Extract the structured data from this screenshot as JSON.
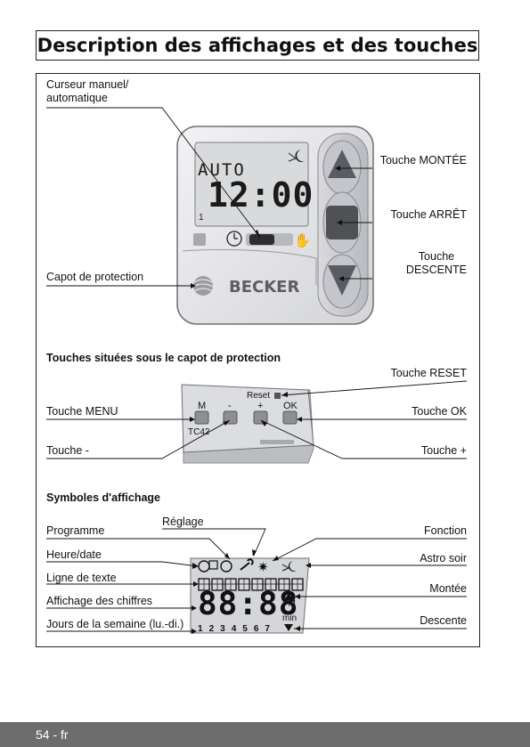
{
  "page_title": "Description des affichages et des touches",
  "device": {
    "display_mode": "AUTO",
    "display_time": "12:00",
    "display_index": "1",
    "brand": "BECKER"
  },
  "callouts_top": {
    "cursor": "Curseur manuel/\nautomatique",
    "up": "Touche MONTÉE",
    "stop": "Touche ARRÊT",
    "down": "Touche\nDESCENTE",
    "cover": "Capot de protection"
  },
  "keys_section": {
    "heading": "Touches situées sous le capot de protection",
    "reset": "Touche RESET",
    "menu": "Touche MENU",
    "ok": "Touche OK",
    "minus": "Touche -",
    "plus": "Touche +",
    "panel": {
      "reset_label": "Reset",
      "m": "M",
      "minus": "-",
      "plus": "+",
      "ok": "OK",
      "model": "TC42"
    }
  },
  "symbols_section": {
    "heading": "Symboles d'affichage",
    "reglage": "Réglage",
    "programme": "Programme",
    "fonction": "Fonction",
    "heure": "Heure/date",
    "astro": "Astro soir",
    "ligne": "Ligne de texte",
    "montee": "Montée",
    "chiffres": "Affichage des chiffres",
    "descente": "Descente",
    "jours": "Jours de la semaine (lu.-di.)",
    "lcd": {
      "big_digits": "88:88",
      "pm": "PM",
      "s": "s",
      "min": "min",
      "weekdays": [
        "1",
        "2",
        "3",
        "4",
        "5",
        "6",
        "7"
      ]
    }
  },
  "footer": "54 - fr"
}
